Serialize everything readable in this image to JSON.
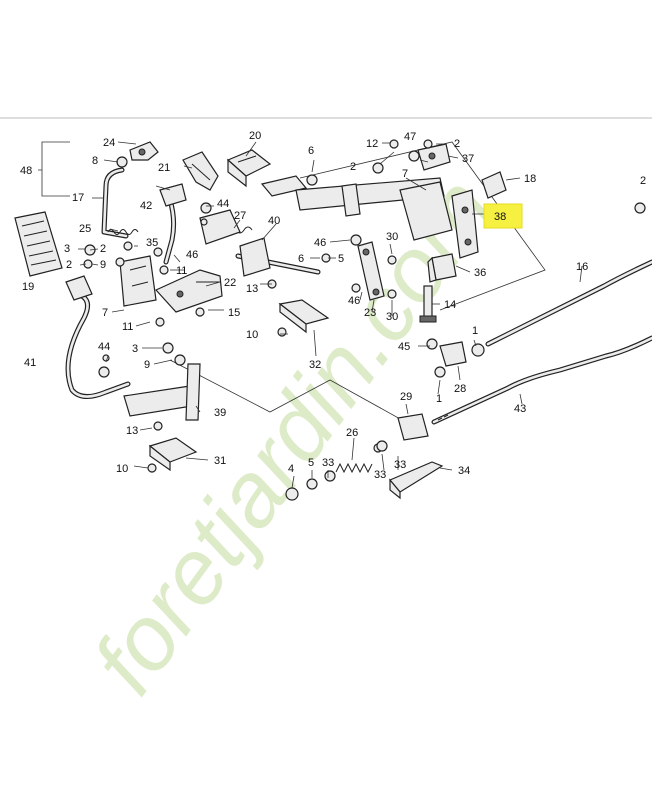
{
  "diagram": {
    "highlighted_part": "38",
    "highlight_color": "#f6f040",
    "watermark_text": "foretjardin.com",
    "watermark_color_green": "#c8dfa5",
    "watermark_color_tan": "#e0cbb3",
    "labels": {
      "l1a": "1",
      "l1b": "1",
      "l2a": "2",
      "l2b": "2",
      "l2c": "2",
      "l2d": "2",
      "l2e": "2",
      "l3a": "3",
      "l3b": "3",
      "l4": "4",
      "l5": "5",
      "l6a": "6",
      "l6b": "6",
      "l7": "7",
      "l8": "8",
      "l9a": "9",
      "l9b": "9",
      "l10a": "10",
      "l10b": "10",
      "l11a": "11",
      "l11b": "11",
      "l12": "12",
      "l13a": "13",
      "l13b": "13",
      "l14": "14",
      "l15": "15",
      "l16": "16",
      "l17": "17",
      "l18": "18",
      "l19": "19",
      "l20": "20",
      "l21": "21",
      "l22": "22",
      "l23": "23",
      "l24": "24",
      "l25": "25",
      "l26": "26",
      "l27": "27",
      "l28": "28",
      "l29": "29",
      "l30a": "30",
      "l30b": "30",
      "l31": "31",
      "l32": "32",
      "l33a": "33",
      "l33b": "33",
      "l34": "34",
      "l35": "35",
      "l36": "36",
      "l37": "37",
      "l38": "38",
      "l39": "39",
      "l40": "40",
      "l41": "41",
      "l42": "42",
      "l43": "43",
      "l44a": "44",
      "l44b": "44",
      "l45": "45",
      "l46a": "46",
      "l46b": "46",
      "l46c": "46",
      "l47": "47",
      "l48": "48"
    }
  }
}
